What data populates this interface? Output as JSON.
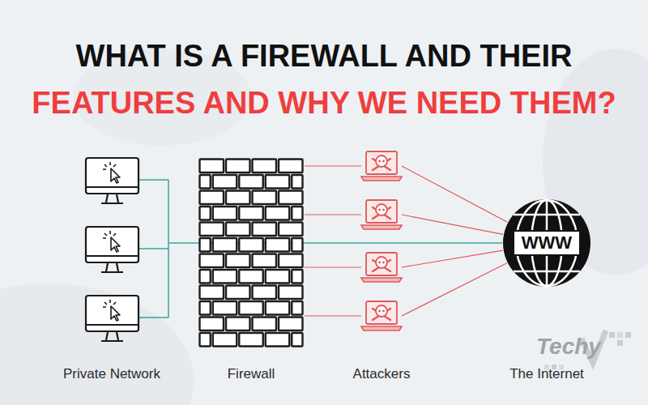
{
  "diagram": {
    "title": "WHAT IS A FIREWALL AND THEIR",
    "nodes": [
      {
        "text": [
          "WWW"
        ]
      }
    ],
    "labels": [
      "FEATURES AND WHY WE NEED THEM?",
      "Private Network",
      "Firewall",
      "Attackers",
      "The Internet",
      "Techy"
    ]
  }
}
